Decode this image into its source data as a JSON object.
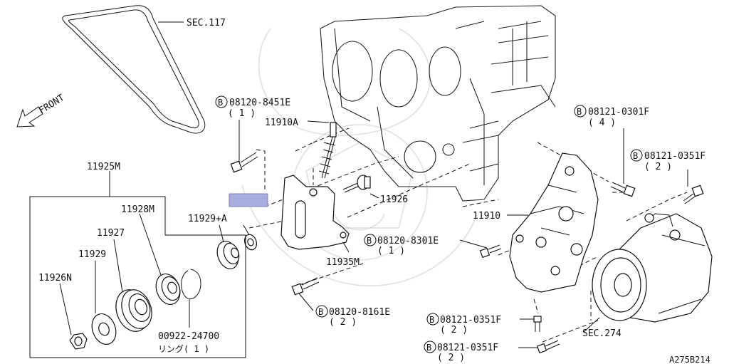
{
  "labels": {
    "sec117": "SEC.117",
    "front": "FRONT",
    "bolt_8451": "08120-8451E",
    "bolt_8451_qty": "( 1 )",
    "p11910a": "11910A",
    "p11925m": "11925M",
    "p11928m": "11928M",
    "p11927": "11927",
    "p11929": "11929",
    "p11926n": "11926N",
    "p11929a": "11929+A",
    "p11926": "11926",
    "p11935m": "11935M",
    "p11910": "11910",
    "bolt_8301": "08120-8301E",
    "bolt_8301_qty": "( 1 )",
    "bolt_8161": "08120-8161E",
    "bolt_8161_qty": "( 2 )",
    "bolt_0301f": "08121-0301F",
    "bolt_0301f_qty": "( 4 )",
    "bolt_0351f_top": "08121-0351F",
    "bolt_0351f_top_qty": "( 2 )",
    "bolt_0351f_mid": "08121-0351F",
    "bolt_0351f_mid_qty": "( 2 )",
    "bolt_0351f_bot": "08121-0351F",
    "bolt_0351f_bot_qty": "( 2 )",
    "ring_part": "00922-24700",
    "ring_desc": "リング( 1 )",
    "sec274": "SEC.274",
    "ref_code": "A275B214",
    "bolt_prefix": "B"
  },
  "colors": {
    "highlight": "#a9addd",
    "line": "#111111"
  },
  "icons": {
    "front_arrow": "arrow-down-left-icon",
    "bolt_marker": "circled-b-icon"
  }
}
